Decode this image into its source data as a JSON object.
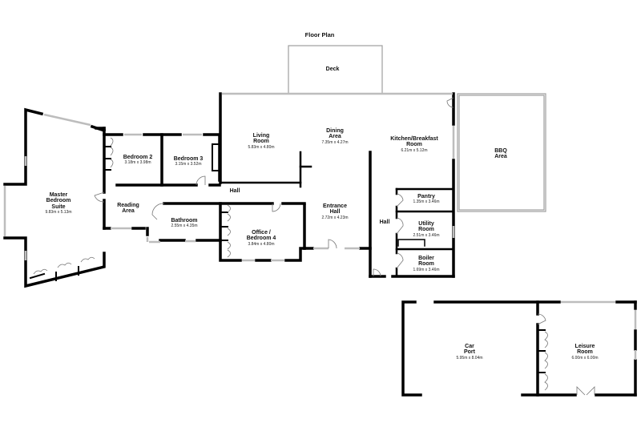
{
  "title": "Floor Plan",
  "colors": {
    "wall": "#000000",
    "window": "#bdbdbd",
    "outline": "#9e9e9e",
    "background": "#ffffff",
    "text": "#111111"
  },
  "rooms": {
    "deck": {
      "name": "Deck",
      "dims": ""
    },
    "master": {
      "name": "Master\nBedroom\nSuite",
      "name_lines": [
        "Master",
        "Bedroom",
        "Suite"
      ],
      "dims": "9.83m x 5.13m"
    },
    "bedroom2": {
      "name": "Bedroom 2",
      "dims": "3.18m x 3.98m"
    },
    "bedroom3": {
      "name": "Bedroom 3",
      "dims": "3.15m x 3.52m"
    },
    "living": {
      "name_lines": [
        "Living",
        "Room"
      ],
      "dims": "5.83m x 4.80m"
    },
    "dining": {
      "name_lines": [
        "Dining",
        "Area"
      ],
      "dims": "7.35m x 4.27m"
    },
    "kitchen": {
      "name_lines": [
        "Kitchen/Breakfast",
        "Room"
      ],
      "dims": "6.21m x 5.12m"
    },
    "bbq": {
      "name_lines": [
        "BBQ",
        "Area"
      ],
      "dims": ""
    },
    "hall_main": {
      "name": "Hall",
      "dims": ""
    },
    "reading": {
      "name_lines": [
        "Reading",
        "Area"
      ],
      "dims": ""
    },
    "bathroom": {
      "name": "Bathroom",
      "dims": "2.55m x 4.35m"
    },
    "office": {
      "name_lines": [
        "Office /",
        "Bedroom 4"
      ],
      "dims": "3.84m x 4.80m"
    },
    "entrance": {
      "name_lines": [
        "Entrance",
        "Hall"
      ],
      "dims": "2.72m x 4.23m"
    },
    "hall_side": {
      "name": "Hall",
      "dims": ""
    },
    "pantry": {
      "name": "Pantry",
      "dims": "1.35m x 3.46m"
    },
    "utility": {
      "name_lines": [
        "Utility",
        "Room"
      ],
      "dims": "2.51m x 3.46m"
    },
    "boiler": {
      "name_lines": [
        "Boiler",
        "Room"
      ],
      "dims": "1.69m x 3.46m"
    },
    "carport": {
      "name_lines": [
        "Car",
        "Port"
      ],
      "dims": "5.95m x 8.04m"
    },
    "leisure": {
      "name_lines": [
        "Leisure",
        "Room"
      ],
      "dims": "6.00m x 6.00m"
    }
  }
}
